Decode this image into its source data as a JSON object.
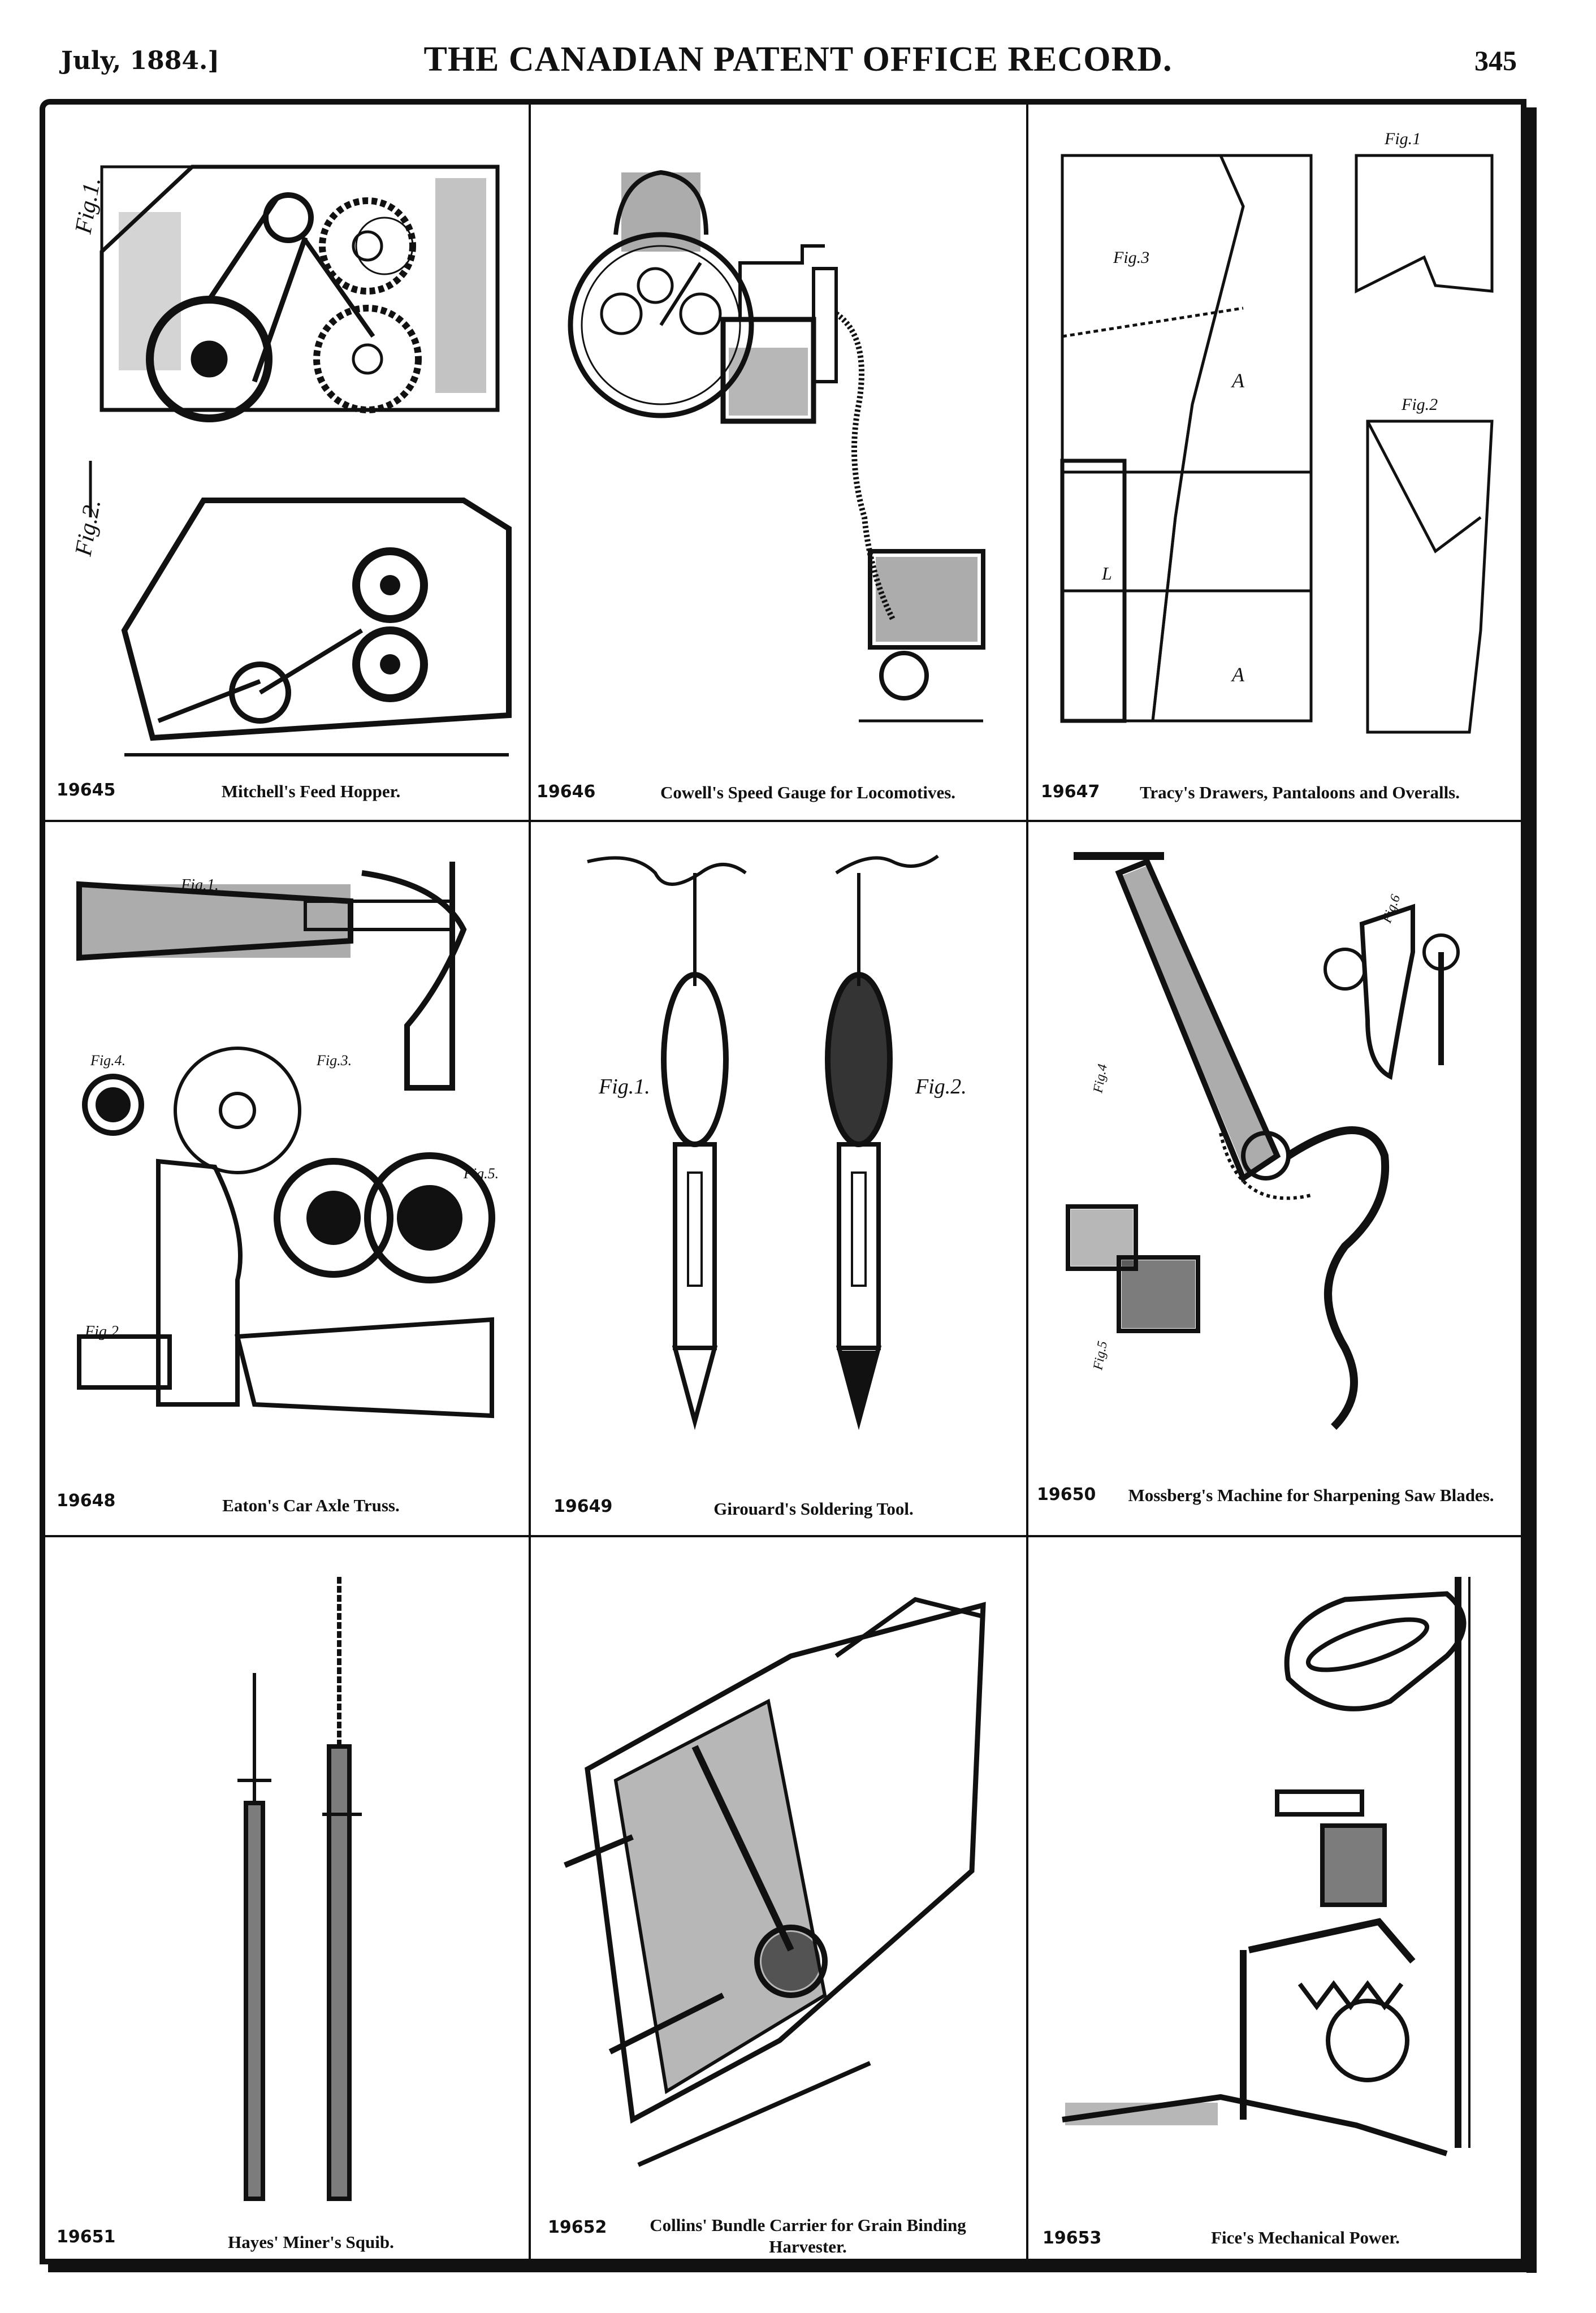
{
  "header": {
    "date": "July, 1884.]",
    "title": "THE CANADIAN PATENT OFFICE RECORD.",
    "page_number": "345"
  },
  "patents": [
    {
      "number": "19645",
      "title": "Mitchell's Feed Hopper.",
      "figure_labels": [
        "Fig.1.",
        "Fig.2."
      ]
    },
    {
      "number": "19646",
      "title": "Cowell's Speed Gauge for Locomotives.",
      "figure_labels": []
    },
    {
      "number": "19647",
      "title": "Tracy's Drawers, Pantaloons and Overalls.",
      "figure_labels": [
        "Fig.1",
        "Fig.2",
        "Fig.3"
      ]
    },
    {
      "number": "19648",
      "title": "Eaton's Car Axle Truss.",
      "figure_labels": [
        "Fig.1.",
        "Fig.2.",
        "Fig.3.",
        "Fig.4.",
        "Fig.5."
      ]
    },
    {
      "number": "19649",
      "title": "Girouard's Soldering Tool.",
      "figure_labels": [
        "Fig.1.",
        "Fig.2."
      ]
    },
    {
      "number": "19650",
      "title": "Mossberg's Machine for Sharpening Saw Blades.",
      "figure_labels": [
        "Fig.6",
        "Fig.4",
        "Fig.5"
      ]
    },
    {
      "number": "19651",
      "title": "Hayes' Miner's Squib.",
      "figure_labels": []
    },
    {
      "number": "19652",
      "title": "Collins' Bundle Carrier for Grain Binding Harvester.",
      "figure_labels": []
    },
    {
      "number": "19653",
      "title": "Fice's Mechanical Power.",
      "figure_labels": []
    }
  ]
}
